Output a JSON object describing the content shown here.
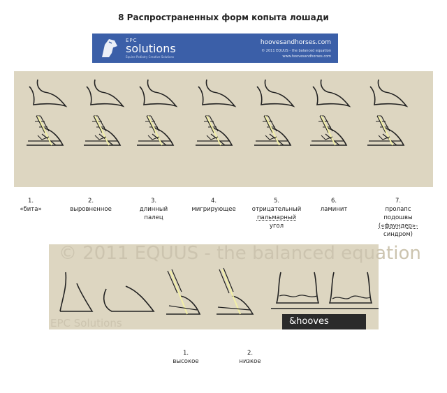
{
  "title": "8 Распространенных форм копыта лошади",
  "banner": {
    "epc": "EPC",
    "solutions": "solutions",
    "tagline": "Equine Podiatry Creative Solutions",
    "site": "hoovesandhorses.com",
    "copyright": "© 2011 EQUUS - the balanced equation",
    "web": "www.hoovesandhorses.com"
  },
  "forms": [
    {
      "num": "1.",
      "lines": [
        "«бита»"
      ]
    },
    {
      "num": "2.",
      "lines": [
        "выровненное"
      ]
    },
    {
      "num": "3.",
      "lines": [
        "длинный",
        "палец"
      ]
    },
    {
      "num": "4.",
      "lines": [
        "мигрирующее"
      ]
    },
    {
      "num": "5.",
      "lines": [
        "отрицательный",
        "пальмарный",
        "угол"
      ]
    },
    {
      "num": "6.",
      "lines": [
        "ламинит"
      ]
    },
    {
      "num": "7.",
      "lines": [
        "пролапс",
        "подошвы",
        "(«фаундер»-",
        "синдром)"
      ]
    }
  ],
  "heel_forms": [
    {
      "num": "1.",
      "lines": [
        "высокое"
      ]
    },
    {
      "num": "2.",
      "lines": [
        "низкое"
      ]
    }
  ],
  "watermark": "© 2011 EQUUS - the balanced equation",
  "watermark2": "EPC Solutions",
  "hooves_logo": "&hooves",
  "colors": {
    "panel": "#ddd6c1",
    "banner": "#3b5fa8",
    "bone": "#f2f0a6",
    "ink": "#222222"
  }
}
